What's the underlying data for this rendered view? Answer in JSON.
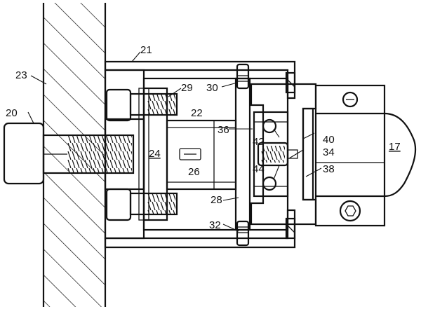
{
  "figure": {
    "labels": {
      "l17": "17",
      "l20": "20",
      "l21": "21",
      "l22": "22",
      "l23": "23",
      "l24": "24",
      "l26": "26",
      "l28": "28",
      "l29": "29",
      "l30": "30",
      "l32": "32",
      "l34": "34",
      "l36": "36",
      "l38": "38",
      "l40": "40",
      "l42": "42",
      "l44": "44"
    },
    "colors": {
      "ink": "#111111",
      "paper": "#ffffff"
    }
  }
}
